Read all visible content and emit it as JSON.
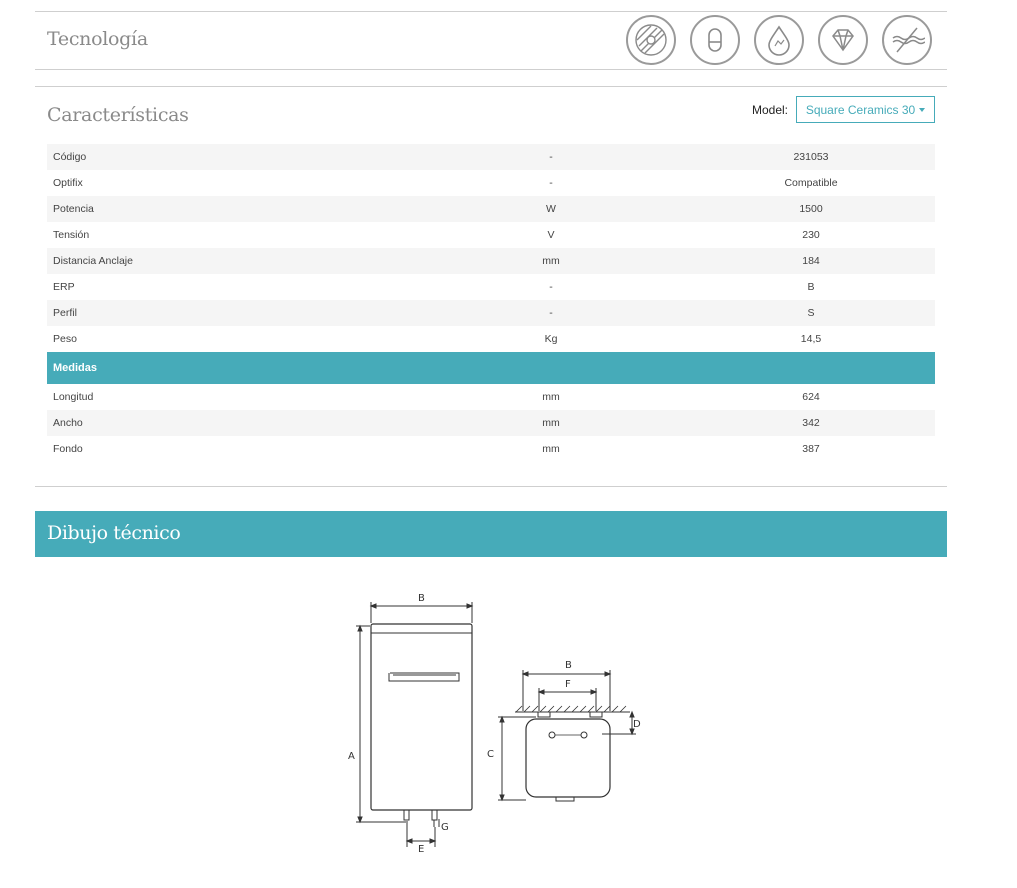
{
  "tecnologia": {
    "title": "Tecnología",
    "icons": [
      "stripes-circle-icon",
      "capsule-icon",
      "water-drop-icon",
      "diamond-icon",
      "no-wire-icon"
    ]
  },
  "caracteristicas": {
    "title": "Características",
    "model_label": "Model:",
    "model_value": "Square Ceramics 30"
  },
  "specs": [
    {
      "name": "Código",
      "unit": "-",
      "value": "231053"
    },
    {
      "name": "Optifix",
      "unit": "-",
      "value": "Compatible"
    },
    {
      "name": "Potencia",
      "unit": "W",
      "value": "1500"
    },
    {
      "name": "Tensión",
      "unit": "V",
      "value": "230"
    },
    {
      "name": "Distancia Anclaje",
      "unit": "mm",
      "value": "184"
    },
    {
      "name": "ERP",
      "unit": "-",
      "value": "B"
    },
    {
      "name": "Perfil",
      "unit": "-",
      "value": "S"
    },
    {
      "name": "Peso",
      "unit": "Kg",
      "value": "14,5"
    }
  ],
  "medidas": {
    "title": "Medidas",
    "rows": [
      {
        "name": "Longitud",
        "unit": "mm",
        "value": "624"
      },
      {
        "name": "Ancho",
        "unit": "mm",
        "value": "342"
      },
      {
        "name": "Fondo",
        "unit": "mm",
        "value": "387"
      }
    ]
  },
  "dibujo": {
    "title": "Dibujo técnico",
    "labels": {
      "a": "A",
      "b": "B",
      "c": "C",
      "d": "D",
      "e": "E",
      "f": "F",
      "g": "G"
    }
  },
  "colors": {
    "accent": "#46abb9"
  }
}
